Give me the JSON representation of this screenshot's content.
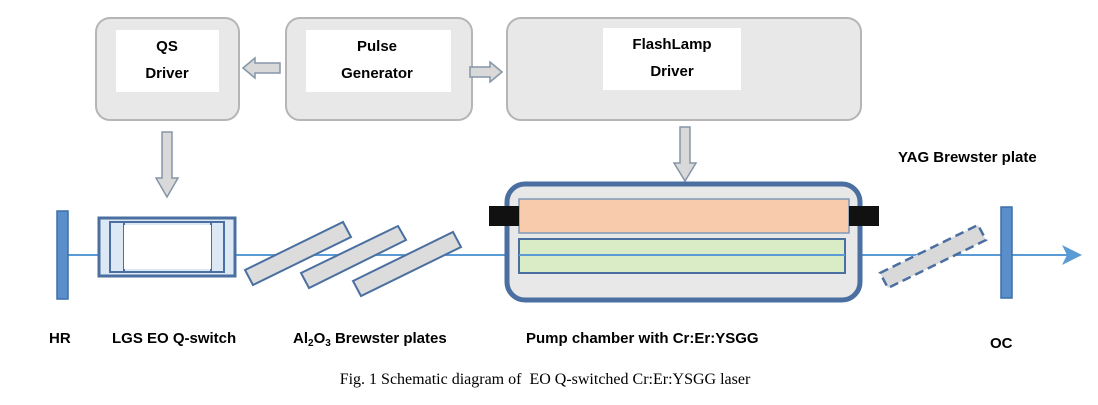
{
  "boxes": {
    "qs_driver": {
      "line1": "QS",
      "line2": "Driver"
    },
    "pulse_generator": {
      "line1": "Pulse",
      "line2": "Generator"
    },
    "flashlamp_driver": {
      "line1": "FlashLamp",
      "line2": "Driver"
    }
  },
  "labels": {
    "hr": "HR",
    "lgs": "LGS EO Q-switch",
    "al2o3_prefix": "Al",
    "al2o3_sub1": "2",
    "al2o3_mid": "O",
    "al2o3_sub2": "3",
    "al2o3_suffix": " Brewster plates",
    "pump_chamber": "Pump chamber with Cr:Er:YSGG",
    "oc": "OC",
    "yag": "YAG Brewster plate"
  },
  "caption": "Fig. 1 Schematic diagram of  EO Q-switched Cr:Er:YSGG laser",
  "colors": {
    "box_fill": "#e8e8e8",
    "box_stroke": "#b5b5b5",
    "arrow_fill": "#d9d9d9",
    "arrow_stroke": "#8595a8",
    "mirror": "#5b8fcc",
    "mirror_stroke": "#3d6fa8",
    "beam": "#5b9bd5",
    "chamber_stroke": "#4a6fa0",
    "lamp_fill": "#f9cbad",
    "rod_fill": "#d9ecc6",
    "qswitch_fill": "#dce9f5",
    "plate_fill": "#dcdcdc",
    "plate_stroke": "#4a6fa0"
  }
}
